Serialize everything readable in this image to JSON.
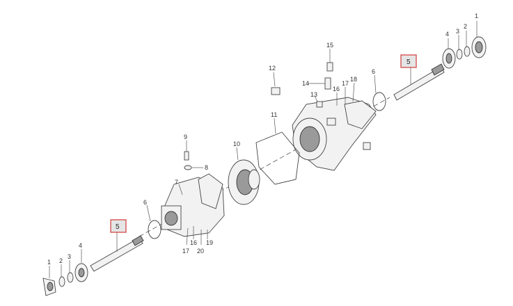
{
  "callouts": {
    "c1a": "1",
    "c2a": "2",
    "c3a": "3",
    "c4a": "4",
    "c5a": "5",
    "c6a": "6",
    "c12": "12",
    "c15": "15",
    "c14": "14",
    "c13": "13",
    "c16a": "16",
    "c17a": "17",
    "c18": "18",
    "c11": "11",
    "c10": "10",
    "c9": "9",
    "c8": "8",
    "c7": "7",
    "c6b": "6",
    "c5b": "5",
    "c17b": "17",
    "c16b": "16",
    "c20": "20",
    "c19": "19",
    "c1b": "1",
    "c2b": "2",
    "c3b": "3",
    "c4b": "4"
  },
  "colors": {
    "highlight_border": "#d23b3b",
    "highlight_fill": "#e5e5e5",
    "line": "#555555"
  }
}
